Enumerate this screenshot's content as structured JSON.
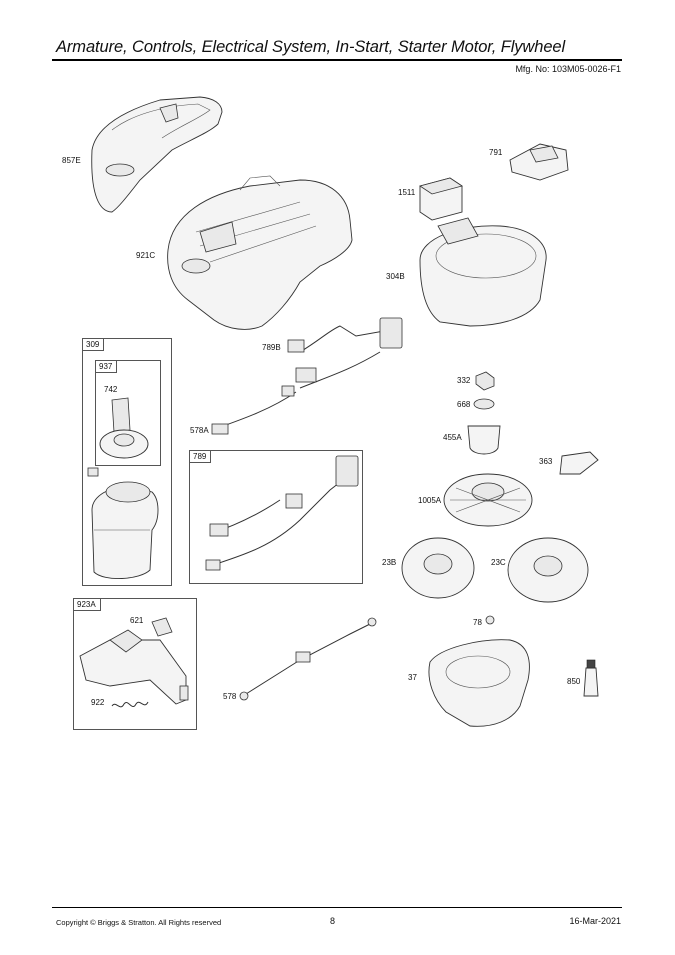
{
  "header": {
    "title": "Armature, Controls, Electrical System, In-Start, Starter Motor, Flywheel",
    "mfg_no": "Mfg. No: 103M05-0026-F1"
  },
  "footer": {
    "copyright": "Copyright ©  Briggs & Stratton. All Rights reserved",
    "page": "8",
    "date": "16-Mar-2021"
  },
  "boxes": {
    "b309": "309",
    "b937": "937",
    "b789": "789",
    "b923A": "923A"
  },
  "labels": {
    "p857E": "857E",
    "p921C": "921C",
    "p791": "791",
    "p1511": "1511",
    "p304B": "304B",
    "p789B": "789B",
    "p578A": "578A",
    "p742": "742",
    "p332": "332",
    "p668": "668",
    "p455A": "455A",
    "p363": "363",
    "p1005A": "1005A",
    "p23B": "23B",
    "p23C": "23C",
    "p78": "78",
    "p621": "621",
    "p922": "922",
    "p578": "578",
    "p37": "37",
    "p850": "850"
  }
}
